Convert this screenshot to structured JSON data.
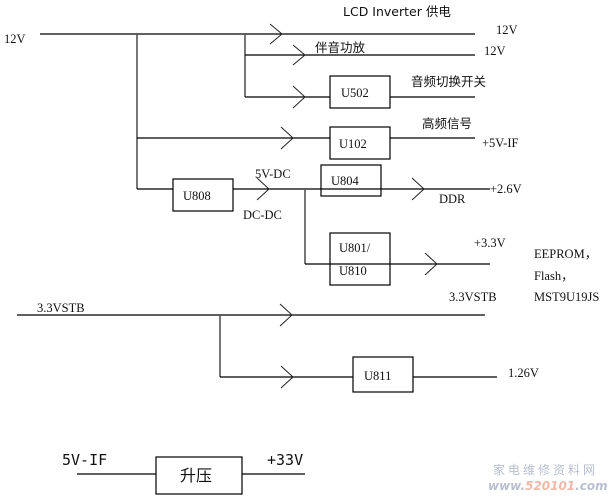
{
  "diagram": {
    "title": "Power supply distribution block diagram",
    "inputs": {
      "main_12v": "12V",
      "standby": "3.3VSTB",
      "boost_in": "5V-IF"
    },
    "branches": {
      "lcd_inverter": {
        "label": "LCD Inverter 供电",
        "output": "12V"
      },
      "audio_amp": {
        "label": "伴音功放",
        "output": "12V"
      },
      "audio_switch": {
        "block": "U502",
        "label": "音频切换开关"
      },
      "rf_signal": {
        "block": "U102",
        "label": "高频信号",
        "output": "+5V-IF"
      },
      "dcdc": {
        "block": "U808",
        "top_label": "5V-DC",
        "bottom_label": "DC-DC"
      },
      "ddr": {
        "block": "U804",
        "label": "DDR",
        "output": "+2.6V"
      },
      "ldo_33": {
        "block_line1": "U801/",
        "block_line2": "U810",
        "output": "+3.3V",
        "stb_label": "3.3VSTB",
        "loads_line1": "EEPROM，",
        "loads_line2": "Flash，",
        "loads_line3": "MST9U19JS"
      },
      "core": {
        "block": "U811",
        "output": "1.26V"
      },
      "boost": {
        "block": "升压",
        "output": "+33V"
      }
    },
    "watermark": {
      "line1": "家电维修资料网",
      "line2_prefix": "www.",
      "line2_accent": "520101",
      "line2_suffix": ".com"
    }
  }
}
